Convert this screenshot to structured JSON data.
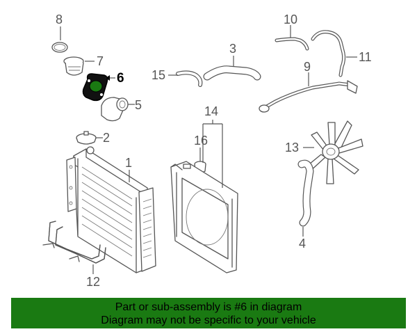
{
  "diagram": {
    "highlighted_part": "6",
    "highlight_color": "#1a7a12",
    "callouts": [
      {
        "id": "c1",
        "label": "1"
      },
      {
        "id": "c2",
        "label": "2"
      },
      {
        "id": "c3",
        "label": "3"
      },
      {
        "id": "c4",
        "label": "4"
      },
      {
        "id": "c5",
        "label": "5"
      },
      {
        "id": "c6",
        "label": "6"
      },
      {
        "id": "c7",
        "label": "7"
      },
      {
        "id": "c8",
        "label": "8"
      },
      {
        "id": "c9",
        "label": "9"
      },
      {
        "id": "c10",
        "label": "10"
      },
      {
        "id": "c11",
        "label": "11"
      },
      {
        "id": "c12",
        "label": "12"
      },
      {
        "id": "c13",
        "label": "13"
      },
      {
        "id": "c14",
        "label": "14"
      },
      {
        "id": "c15",
        "label": "15"
      },
      {
        "id": "c16",
        "label": "16"
      }
    ]
  },
  "banner": {
    "line1": "Part or sub-assembly is #6 in diagram",
    "line2": "Diagram may not be specific to your vehicle",
    "background": "#1a7a12"
  }
}
